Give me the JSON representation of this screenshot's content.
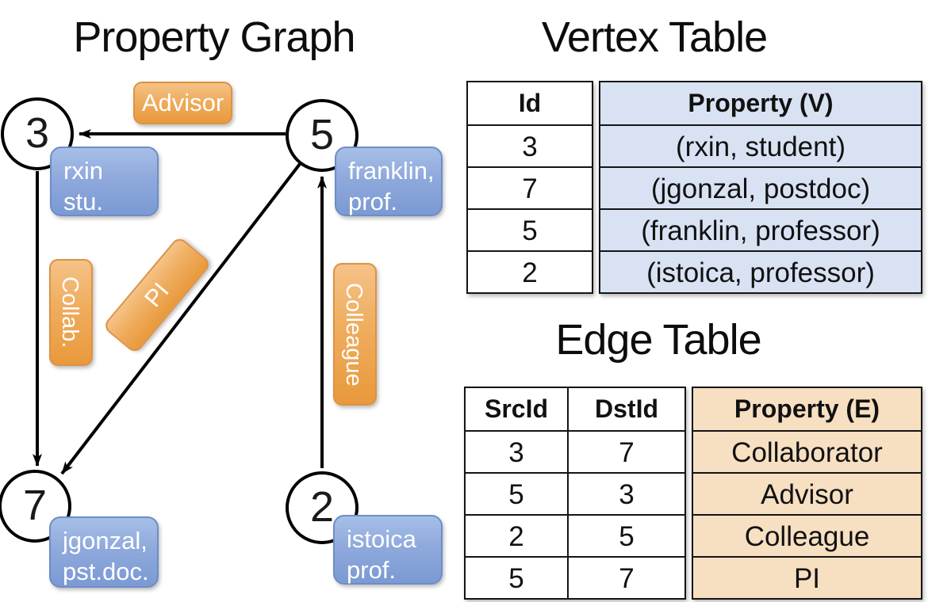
{
  "titles": {
    "graph": "Property Graph",
    "vertex_table": "Vertex Table",
    "edge_table": "Edge Table"
  },
  "graph": {
    "nodes": {
      "n3": "3",
      "n5": "5",
      "n7": "7",
      "n2": "2"
    },
    "vertex_labels": {
      "rxin": {
        "line1": "rxin",
        "line2": "stu."
      },
      "franklin": {
        "line1": "franklin,",
        "line2": "prof."
      },
      "jgonzal": {
        "line1": "jgonzal,",
        "line2": "pst.doc."
      },
      "istoica": {
        "line1": "istoica",
        "line2": "prof."
      }
    },
    "edge_labels": {
      "advisor": "Advisor",
      "collab": "Collab.",
      "pi": "PI",
      "colleague": "Colleague"
    }
  },
  "vertex_table": {
    "headers": {
      "id": "Id",
      "property": "Property (V)"
    },
    "rows": [
      {
        "id": "3",
        "property": "(rxin, student)"
      },
      {
        "id": "7",
        "property": "(jgonzal, postdoc)"
      },
      {
        "id": "5",
        "property": "(franklin, professor)"
      },
      {
        "id": "2",
        "property": "(istoica, professor)"
      }
    ]
  },
  "edge_table": {
    "headers": {
      "src": "SrcId",
      "dst": "DstId",
      "property": "Property (E)"
    },
    "rows": [
      {
        "src": "3",
        "dst": "7",
        "property": "Collaborator"
      },
      {
        "src": "5",
        "dst": "3",
        "property": "Advisor"
      },
      {
        "src": "2",
        "dst": "5",
        "property": "Colleague"
      },
      {
        "src": "5",
        "dst": "7",
        "property": "PI"
      }
    ]
  },
  "colors": {
    "edge_label_orange": "#EC9E44",
    "vertex_label_blue": "#8FA9DC",
    "vertex_property_fill": "#D8E2F3",
    "edge_property_fill": "#F7DFC2",
    "line_black": "#000000"
  }
}
